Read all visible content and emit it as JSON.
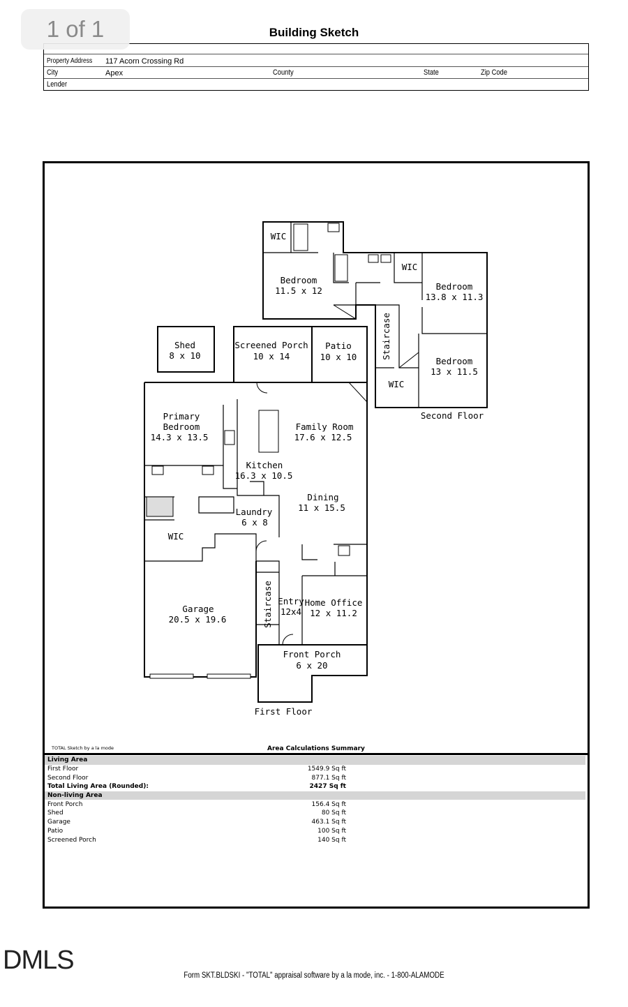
{
  "page_indicator": "1 of 1",
  "title": "Building Sketch",
  "header": {
    "property_address_label": "Property Address",
    "property_address": "117 Acorn Crossing Rd",
    "city_label": "City",
    "city": "Apex",
    "county_label": "County",
    "state_label": "State",
    "zip_label": "Zip Code",
    "lender_label": "Lender"
  },
  "sketch": {
    "second_floor": {
      "label": "Second Floor",
      "rooms": [
        {
          "name": "WIC"
        },
        {
          "name": "Bedroom",
          "dims": "11.5 x 12"
        },
        {
          "name": "WIC"
        },
        {
          "name": "Bedroom",
          "dims": "13.8 x 11.3"
        },
        {
          "name": "Staircase"
        },
        {
          "name": "Bedroom",
          "dims": "13 x 11.5"
        },
        {
          "name": "WIC"
        }
      ]
    },
    "first_floor": {
      "label": "First Floor",
      "rooms": [
        {
          "name": "Shed",
          "dims": "8 x 10"
        },
        {
          "name": "Screened Porch",
          "dims": "10 x 14"
        },
        {
          "name": "Patio",
          "dims": "10 x 10"
        },
        {
          "name": "Primary",
          "name2": "Bedroom",
          "dims": "14.3 x 13.5"
        },
        {
          "name": "Family Room",
          "dims": "17.6 x 12.5"
        },
        {
          "name": "Kitchen",
          "dims": "16.3 x 10.5"
        },
        {
          "name": "Dining",
          "dims": "11 x 15.5"
        },
        {
          "name": "Laundry",
          "dims": "6 x 8"
        },
        {
          "name": "WIC"
        },
        {
          "name": "Garage",
          "dims": "20.5 x 19.6"
        },
        {
          "name": "Staircase"
        },
        {
          "name": "Entry",
          "dims": "12x4"
        },
        {
          "name": "Home Office",
          "dims": "12 x 11.2"
        },
        {
          "name": "Front Porch",
          "dims": "6 x 20"
        }
      ]
    }
  },
  "credit": "TOTAL Sketch by a la mode",
  "summary": {
    "title": "Area Calculations Summary",
    "living_header": "Living Area",
    "living": [
      {
        "label": "First Floor",
        "value": "1549.9 Sq ft"
      },
      {
        "label": "Second Floor",
        "value": "877.1 Sq ft"
      }
    ],
    "total_label": "Total Living Area (Rounded):",
    "total_value": "2427 Sq ft",
    "nonliving_header": "Non-living Area",
    "nonliving": [
      {
        "label": "Front Porch",
        "value": "156.4 Sq ft"
      },
      {
        "label": "Shed",
        "value": "80 Sq ft"
      },
      {
        "label": "Garage",
        "value": "463.1 Sq ft"
      },
      {
        "label": "Patio",
        "value": "100 Sq ft"
      },
      {
        "label": "Screened Porch",
        "value": "140 Sq ft"
      }
    ]
  },
  "footer": "Form SKT.BLDSKI - \"TOTAL\" appraisal software by a la mode, inc. - 1-800-ALAMODE",
  "logo": "DMLS"
}
